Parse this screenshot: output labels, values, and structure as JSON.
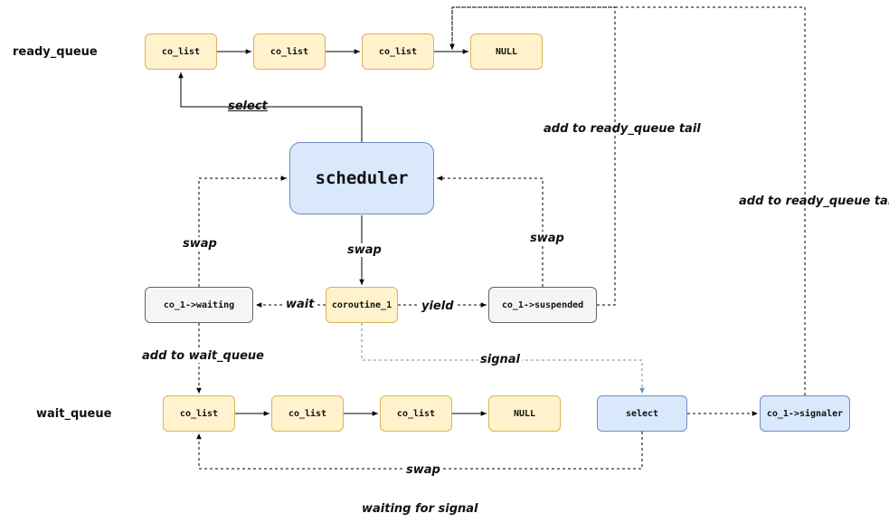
{
  "rows": {
    "ready_queue": "ready_queue",
    "wait_queue": "wait_queue"
  },
  "nodes": {
    "ready_1": "co_list",
    "ready_2": "co_list",
    "ready_3": "co_list",
    "ready_null": "NULL",
    "scheduler": "scheduler",
    "waiting": "co_1->waiting",
    "coroutine": "coroutine_1",
    "suspended": "co_1->suspended",
    "wait_1": "co_list",
    "wait_2": "co_list",
    "wait_3": "co_list",
    "wait_null": "NULL",
    "select": "select",
    "signaler": "co_1->signaler"
  },
  "labels": {
    "select": "select",
    "swap_left": "swap",
    "swap_mid": "swap",
    "swap_right": "swap",
    "swap_bottom": "swap",
    "wait": "wait",
    "yield": "yield",
    "signal": "signal",
    "add_ready_1": "add to ready_queue tail",
    "add_ready_2": "add to ready_queue tail",
    "add_wait": "add to wait_queue",
    "waiting_for_signal": "waiting for signal"
  },
  "colors": {
    "queue_fill": "#fff2cc",
    "queue_border": "#d6b656",
    "state_fill": "#f5f5f5",
    "state_border": "#666666",
    "blue_fill": "#dae8fc",
    "blue_border": "#6c8ebf"
  }
}
